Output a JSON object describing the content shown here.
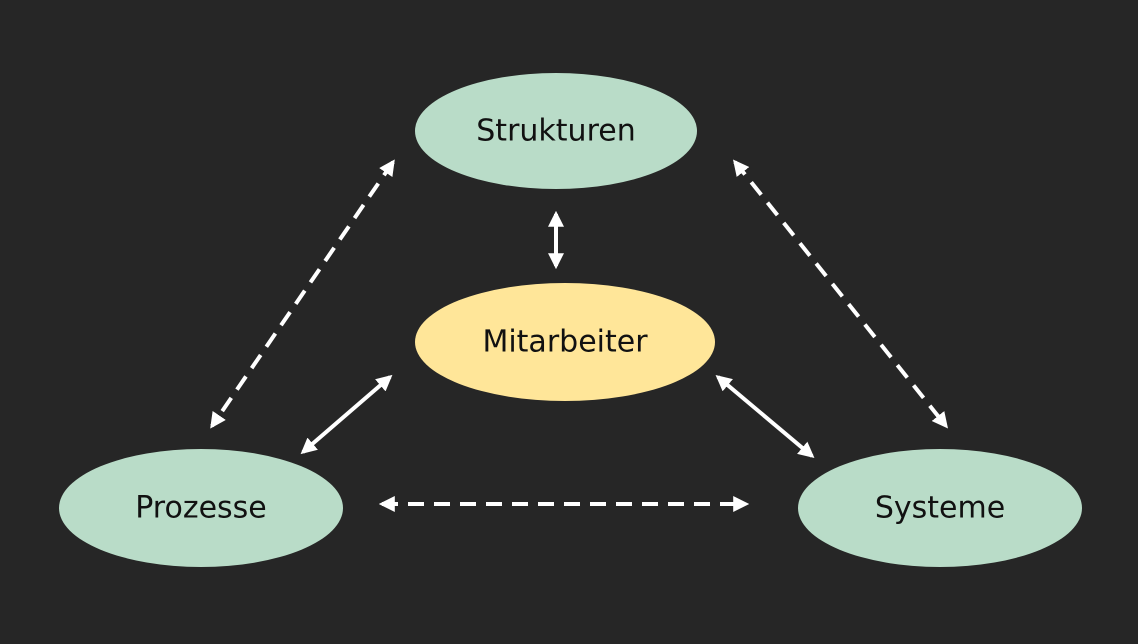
{
  "diagram": {
    "background_color": "#262626",
    "arrow_color": "#ffffff",
    "nodes": {
      "strukturen": {
        "label": "Strukturen",
        "color": "#b9dcc8"
      },
      "mitarbeiter": {
        "label": "Mitarbeiter",
        "color": "#ffe699"
      },
      "prozesse": {
        "label": "Prozesse",
        "color": "#b9dcc8"
      },
      "systeme": {
        "label": "Systeme",
        "color": "#b9dcc8"
      }
    },
    "edges": [
      {
        "from": "Strukturen",
        "to": "Mitarbeiter",
        "style": "solid",
        "direction": "both"
      },
      {
        "from": "Mitarbeiter",
        "to": "Prozesse",
        "style": "solid",
        "direction": "both"
      },
      {
        "from": "Mitarbeiter",
        "to": "Systeme",
        "style": "solid",
        "direction": "both"
      },
      {
        "from": "Strukturen",
        "to": "Prozesse",
        "style": "dashed",
        "direction": "both"
      },
      {
        "from": "Strukturen",
        "to": "Systeme",
        "style": "dashed",
        "direction": "both"
      },
      {
        "from": "Prozesse",
        "to": "Systeme",
        "style": "dashed",
        "direction": "both"
      }
    ]
  }
}
